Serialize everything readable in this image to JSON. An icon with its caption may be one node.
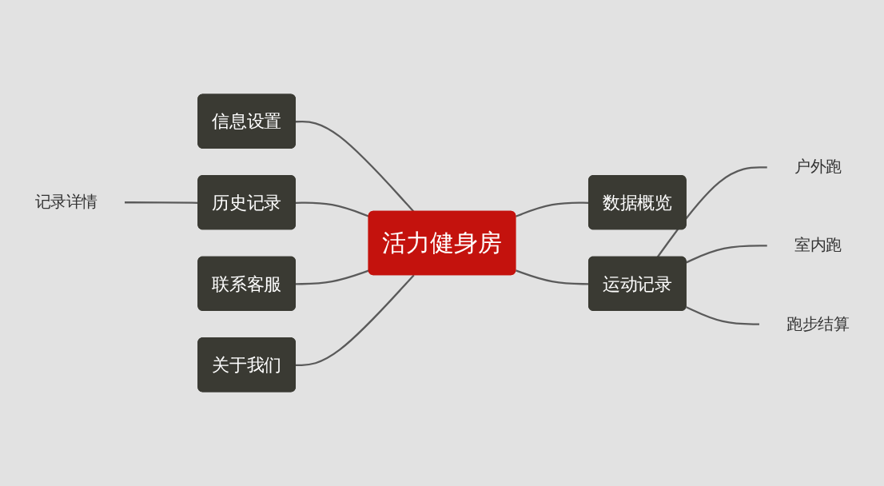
{
  "diagram": {
    "nodes": [
      {
        "text": [
          "活力健身房"
        ]
      },
      {
        "text": [
          "信息设置"
        ]
      },
      {
        "text": [
          "历史记录"
        ]
      },
      {
        "text": [
          "记录详情"
        ]
      },
      {
        "text": [
          "联系客服"
        ]
      },
      {
        "text": [
          "关于我们"
        ]
      },
      {
        "text": [
          "数据概览"
        ]
      },
      {
        "text": [
          "运动记录"
        ]
      },
      {
        "text": [
          "户外跑"
        ]
      },
      {
        "text": [
          "室内跑"
        ]
      },
      {
        "text": [
          "跑步结算"
        ]
      }
    ],
    "edges": [
      {
        "from": 1,
        "to": 0,
        "arrow": "none"
      },
      {
        "from": 3,
        "to": 2,
        "arrow": "none"
      },
      {
        "from": 2,
        "to": 0,
        "arrow": "none"
      },
      {
        "from": 4,
        "to": 0,
        "arrow": "none"
      },
      {
        "from": 5,
        "to": 0,
        "arrow": "none"
      },
      {
        "from": 0,
        "to": 6,
        "arrow": "none"
      },
      {
        "from": 0,
        "to": 7,
        "arrow": "none"
      },
      {
        "from": 7,
        "to": 8,
        "arrow": "none"
      },
      {
        "from": 7,
        "to": 9,
        "arrow": "none"
      },
      {
        "from": 7,
        "to": 10,
        "arrow": "none"
      }
    ]
  }
}
